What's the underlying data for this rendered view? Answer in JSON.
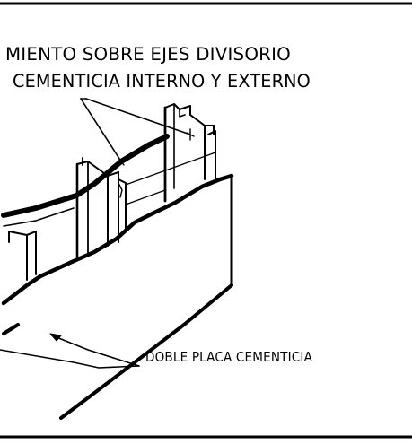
{
  "labels": {
    "top_line_1": "MIENTO SOBRE EJES DIVISORIO",
    "top_line_2": "CEMENTICIA INTERNO Y EXTERNO",
    "bottom": "DOBLE PLACA CEMENTICIA"
  },
  "colors": {
    "ink": "#000000",
    "paper": "#ffffff"
  }
}
